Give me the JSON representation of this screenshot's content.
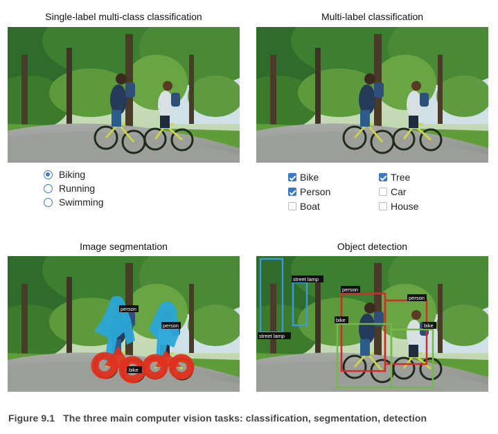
{
  "panels": {
    "single_label": {
      "title": "Single-label multi-class classification",
      "options": [
        {
          "label": "Biking",
          "selected": true
        },
        {
          "label": "Running",
          "selected": false
        },
        {
          "label": "Swimming",
          "selected": false
        }
      ]
    },
    "multi_label": {
      "title": "Multi-label classification",
      "labels": [
        {
          "label": "Bike",
          "checked": true
        },
        {
          "label": "Person",
          "checked": true
        },
        {
          "label": "Boat",
          "checked": false
        },
        {
          "label": "Tree",
          "checked": true
        },
        {
          "label": "Car",
          "checked": false
        },
        {
          "label": "House",
          "checked": false
        }
      ]
    },
    "segmentation": {
      "title": "Image segmentation",
      "masks": [
        {
          "label": "person",
          "color": "#2aa6d8"
        },
        {
          "label": "person",
          "color": "#2aa6d8"
        },
        {
          "label": "bike",
          "color": "#e0321e"
        }
      ]
    },
    "detection": {
      "title": "Object detection",
      "boxes": [
        {
          "label": "street lamp",
          "color": "#3a9ad9"
        },
        {
          "label": "street lamp",
          "color": "#3a9ad9"
        },
        {
          "label": "person",
          "color": "#d42a2a"
        },
        {
          "label": "person",
          "color": "#d42a2a"
        },
        {
          "label": "bike",
          "color": "#74b84a"
        },
        {
          "label": "bike",
          "color": "#74b84a"
        }
      ]
    }
  },
  "caption": {
    "number": "Figure 9.1",
    "text": "The three main computer vision tasks: classification, segmentation, detection"
  }
}
